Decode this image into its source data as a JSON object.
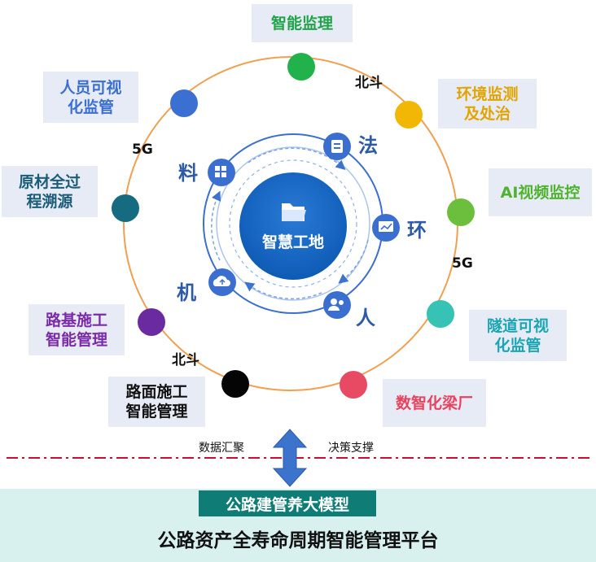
{
  "hub": {
    "label": "智慧工地"
  },
  "inner_ring": {
    "fa": "法",
    "huan": "环",
    "ren": "人",
    "ji": "机",
    "liao": "料"
  },
  "outer_labels": {
    "smart_supervision": {
      "text": "智能监理",
      "color": "#22a34a"
    },
    "env_monitoring": {
      "text": "环境监测\n及处治",
      "color": "#e2a400"
    },
    "ai_video": {
      "text": "AI视频监控",
      "color": "#4fb32e"
    },
    "tunnel_visual": {
      "text": "隧道可视\n化监管",
      "color": "#1aa6b4"
    },
    "digital_beam": {
      "text": "数智化梁厂",
      "color": "#e8435f"
    },
    "pavement": {
      "text": "路面施工\n智能管理",
      "color": "#111111"
    },
    "subgrade": {
      "text": "路基施工\n智能管理",
      "color": "#7b2aa8"
    },
    "material_trace": {
      "text": "原材全过\n程溯源",
      "color": "#1b5c78"
    },
    "personnel": {
      "text": "人员可视\n化监管",
      "color": "#3b6fd1"
    }
  },
  "network_labels": {
    "beidou_top": "北斗",
    "fiveg_right": "5G",
    "beidou_bottom": "北斗",
    "fiveg_left": "5G"
  },
  "flow": {
    "data_aggregation": "数据汇聚",
    "decision_support": "决策支撑"
  },
  "model": {
    "name": "公路建管养大模型"
  },
  "platform": {
    "title": "公路资产全寿命周期智能管理平台"
  },
  "colors": {
    "outer_ring": "#f0a050",
    "inner_ring": "#3a6fd0",
    "hub": "#1565c0",
    "dash_line": "#c8102e",
    "arrow": "#3c73cc",
    "band": "#d8f1ef",
    "badge": "#0f7d76"
  },
  "dots": {
    "smart_supervision": "#22b24c",
    "env_monitoring": "#f2b705",
    "ai_video": "#6cbf3c",
    "tunnel_visual": "#36c2b4",
    "digital_beam": "#e84a64",
    "pavement": "#050505",
    "subgrade": "#6a2aa0",
    "material_trace": "#176b80",
    "personnel": "#3b6fd1"
  }
}
